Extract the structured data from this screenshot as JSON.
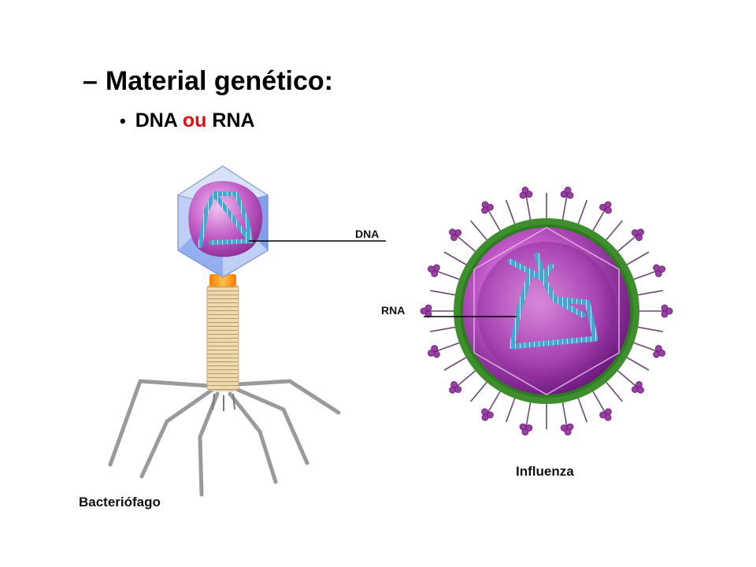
{
  "slide": {
    "heading": {
      "dash": "–",
      "text": "Material genético:"
    },
    "bullet": {
      "marker": "•",
      "part1": "DNA ",
      "conjunction": "ou",
      "part2": " RNA"
    }
  },
  "diagram": {
    "bacteriophage": {
      "name": "Bacteriófago",
      "pointer_label": "DNA"
    },
    "influenza": {
      "name": "Influenza",
      "pointer_label": "RNA"
    }
  },
  "colors": {
    "highlight": "#e30e0e",
    "capsid_purple": "#a63cb3",
    "nucleic_acid_blue": "#3fa9d6",
    "envelope_green": "#3f8e2e",
    "tail_beige": "#efd9b0",
    "leg_gray": "#9a9a9a"
  }
}
